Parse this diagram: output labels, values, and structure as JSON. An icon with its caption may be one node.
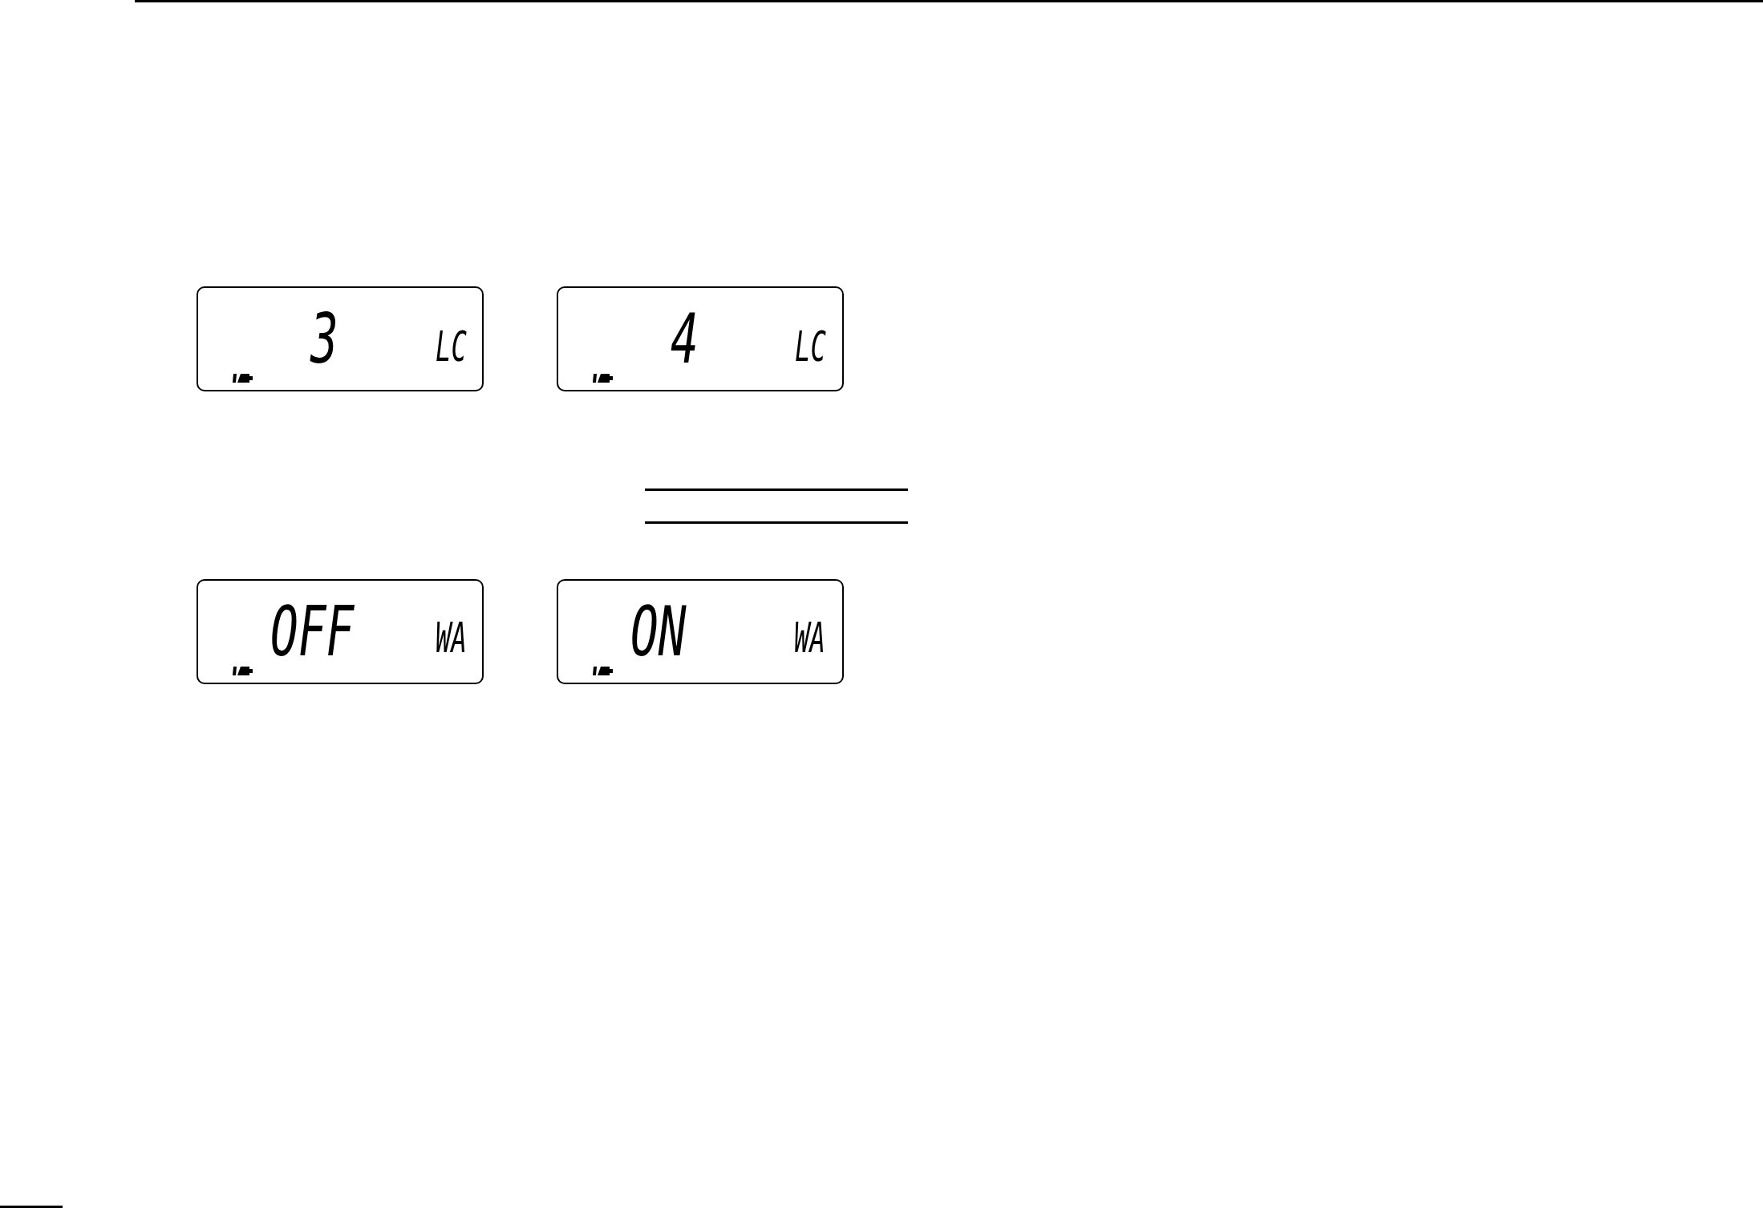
{
  "diagram": {
    "nodes": [
      {
        "text": [
          "3",
          "LC"
        ]
      },
      {
        "text": [
          "4",
          "LC"
        ]
      },
      {
        "text": [
          "OFF",
          "WA"
        ]
      },
      {
        "text": [
          "ON",
          "WA"
        ]
      }
    ]
  }
}
